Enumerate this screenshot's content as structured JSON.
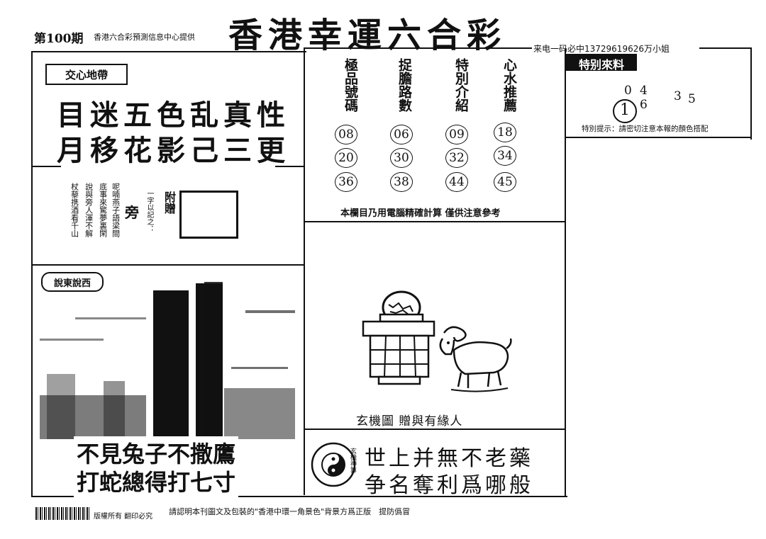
{
  "header": {
    "issue": "第100期",
    "provider": "香港六合彩預測信息中心提供",
    "title": "香港幸運六合彩",
    "contact": "来电一码必中13729619626万小姐"
  },
  "left_top": {
    "tag": "交心地帶",
    "poem_lines": [
      "目迷五色乱真性",
      "月移花影己三更"
    ],
    "riddle_columns": [
      "呢喃燕子語梁間",
      "底事來驚夢裏閑",
      "說與旁人渾不解",
      "杖藜携酒看千山"
    ],
    "gift_label": "附贈",
    "gift_hint": "一字以記之：",
    "gift_char": "旁"
  },
  "left_bottom": {
    "tag": "說東說西",
    "caption_lines": [
      "不見兔子不撒鷹",
      "打蛇總得打七寸"
    ]
  },
  "middle": {
    "columns": [
      {
        "header": "極品號碼",
        "numbers": [
          "08",
          "20",
          "36"
        ]
      },
      {
        "header": "捉膽路數",
        "numbers": [
          "06",
          "30",
          "38"
        ]
      },
      {
        "header": "特別介紹",
        "numbers": [
          "09",
          "32",
          "44"
        ]
      },
      {
        "header": "心水推薦",
        "numbers": [
          "18",
          "34",
          "45"
        ]
      }
    ],
    "note": "本欄目乃用電腦精確計算 僅供注意參考",
    "picture_caption": "玄機圖 贈與有緣人",
    "seal_text": "玄機神算",
    "slogan_lines": [
      "世上并無不老藥",
      "争名奪利爲哪般"
    ]
  },
  "right": {
    "tag": "特别來料",
    "special_numbers": [
      "0",
      "4",
      "3",
      "5",
      "1",
      "6"
    ],
    "hint": "特別提示：請密切注意本報的顏色搭配"
  },
  "footer": {
    "rights": "版權所有 翻印必究",
    "notice": "請認明本刊圖文及包裝的\"香港中環一角景色\"背景方爲正版　提防僞冒"
  },
  "colors": {
    "ink": "#111111",
    "paper": "#ffffff"
  }
}
